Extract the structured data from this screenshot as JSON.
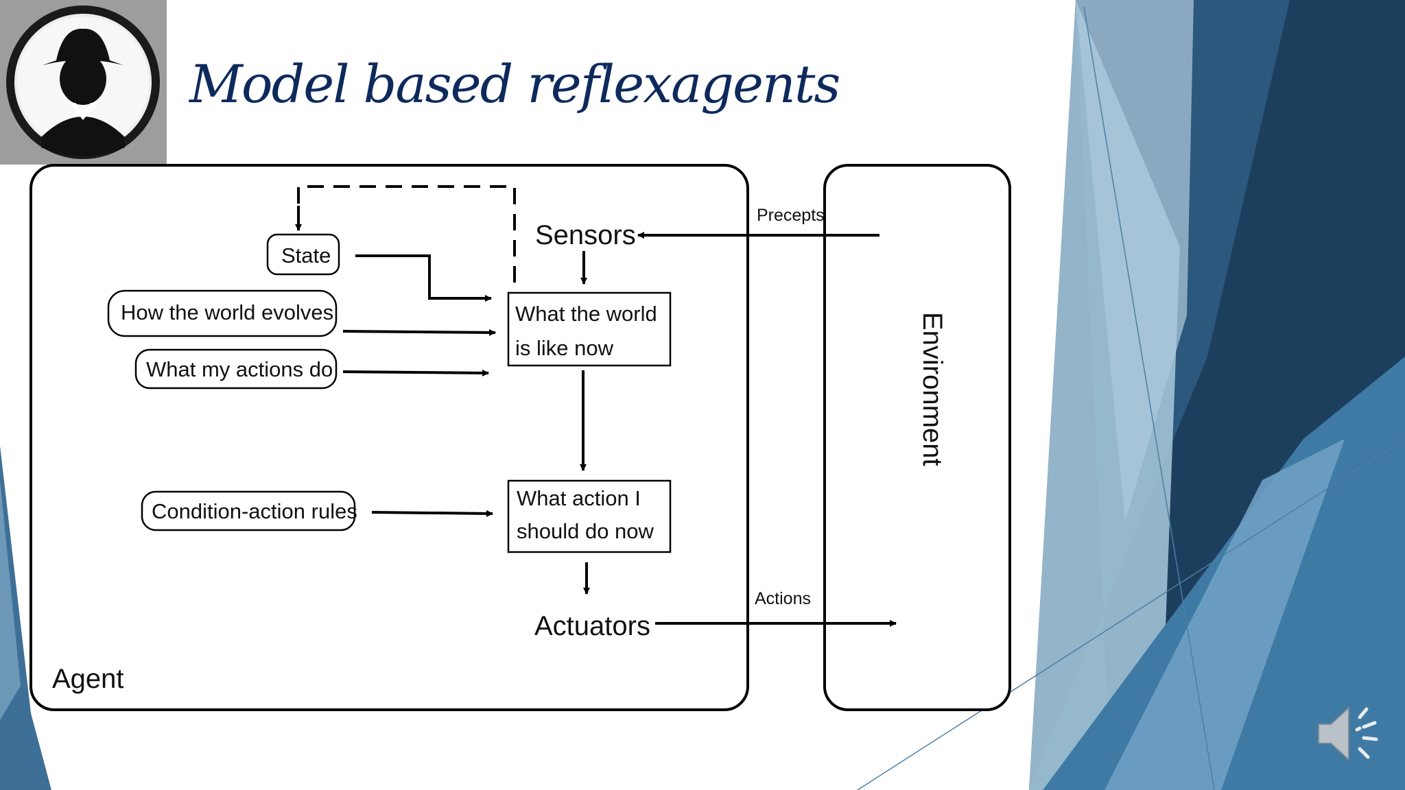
{
  "slide": {
    "title": "Model based reflexagents",
    "logo_icon": "spy-agent-icon",
    "audio_icon": "speaker-icon"
  },
  "diagram": {
    "agent_label": "Agent",
    "environment_label": "Environment",
    "sensors_label": "Sensors",
    "actuators_label": "Actuators",
    "precepts_label": "Precepts",
    "actions_label": "Actions",
    "state_label": "State",
    "world_evolves_label": "How the world evolves",
    "my_actions_label": "What my actions do",
    "rules_label": "Condition-action rules",
    "world_now_lines": [
      "What the world",
      "is like now"
    ],
    "action_now_lines": [
      "What action I",
      "should do now"
    ]
  },
  "colors": {
    "title": "#0e2a5c",
    "accent_dark": "#1d3f5e",
    "accent_mid": "#3e7aa3",
    "accent_light": "#a9c9dc"
  }
}
